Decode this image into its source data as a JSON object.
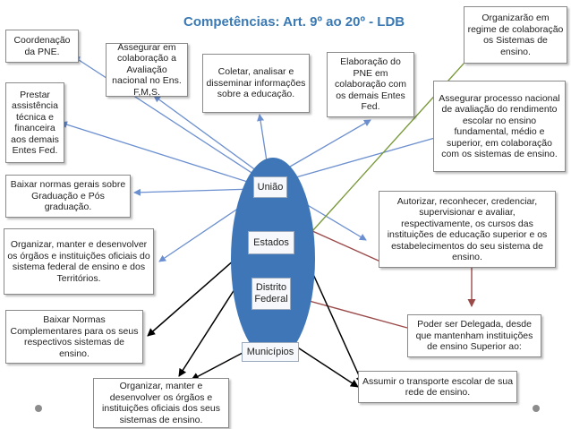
{
  "title": "Competências: Art. 9º ao 20º - LDB",
  "nodes": {
    "uniao": "União",
    "estados": "Estados",
    "distrito": "Distrito Federal",
    "municipios": "Municípios"
  },
  "boxes": {
    "coordenacao": "Coordenação da PNE.",
    "assegurar_avaliacao": "Assegurar em colaboração a Avaliação nacional no Ens. F,M,S.",
    "coletar": "Coletar, analisar e disseminar informações sobre a educação.",
    "elaboracao": "Elaboração do PNE em colaboração com os demais Entes Fed.",
    "organizarao": "Organizarão em regime de colaboração os Sistemas de ensino.",
    "prestar": "Prestar assistência técnica e financeira aos demais Entes Fed.",
    "assegurar_processo": "Assegurar processo nacional de avaliação do rendimento escolar no ensino fundamental, médio e superior, em colaboração com os sistemas de ensino.",
    "baixar_normas_gerais": "Baixar normas gerais sobre Graduação e Pós graduação.",
    "autorizar": "Autorizar, reconhecer, credenciar, supervisionar e avaliar, respectivamente, os cursos das instituições de educação superior e os estabelecimentos do seu sistema de ensino.",
    "organizar_federal": "Organizar, manter e desenvolver os órgãos e instituições oficiais do sistema federal de ensino e dos Territórios.",
    "baixar_normas_compl": "Baixar Normas Complementares para os seus respectivos sistemas de ensino.",
    "poder_delegada": "Poder ser Delegada, desde que mantenham instituições de ensino Superior ao:",
    "organizar_oficiais": "Organizar, manter e desenvolver os órgãos e instituições oficiais dos seus sistemas de ensino.",
    "assumir_transporte": "Assumir o transporte escolar de sua rede de ensino."
  },
  "colors": {
    "title": "#3b79b3",
    "ellipse": "#3f76b8",
    "arrow_blue": "#6b8fcf",
    "arrow_black": "#000000",
    "arrow_green": "#7a9a3a",
    "arrow_red": "#9b4a4a"
  }
}
